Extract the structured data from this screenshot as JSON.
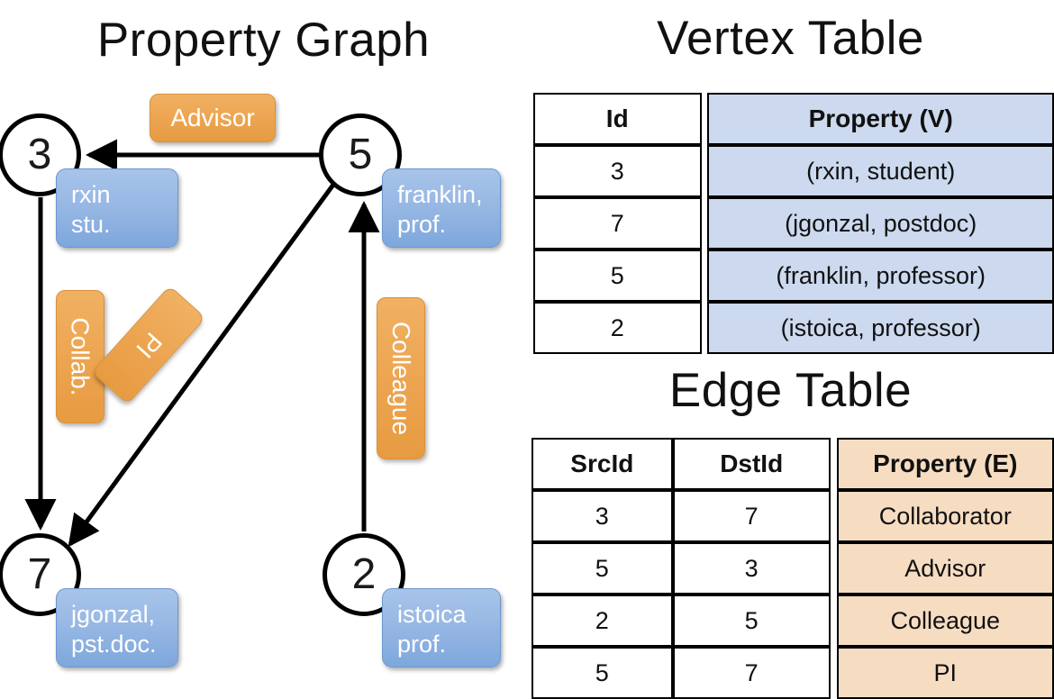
{
  "titles": {
    "property_graph": "Property Graph",
    "vertex_table": "Vertex Table",
    "edge_table": "Edge Table"
  },
  "graph": {
    "nodes": [
      {
        "id": "3",
        "name": "rxin",
        "role": "stu.",
        "label_line1": "rxin",
        "label_line2": "stu."
      },
      {
        "id": "5",
        "name": "franklin",
        "role": "prof.",
        "label_line1": "franklin,",
        "label_line2": "prof."
      },
      {
        "id": "7",
        "name": "jgonzal",
        "role": "pst.doc.",
        "label_line1": "jgonzal,",
        "label_line2": "pst.doc."
      },
      {
        "id": "2",
        "name": "istoica",
        "role": "prof.",
        "label_line1": "istoica",
        "label_line2": "prof."
      }
    ],
    "edge_labels": [
      {
        "key": "advisor",
        "text": "Advisor",
        "from": "5",
        "to": "3"
      },
      {
        "key": "collab",
        "text": "Collab.",
        "from": "3",
        "to": "7"
      },
      {
        "key": "pi",
        "text": "PI",
        "from": "5",
        "to": "7"
      },
      {
        "key": "colleague",
        "text": "Colleague",
        "from": "2",
        "to": "5"
      }
    ]
  },
  "vertex_table": {
    "headers": [
      "Id",
      "Property (V)"
    ],
    "rows": [
      {
        "id": "3",
        "property": "(rxin, student)"
      },
      {
        "id": "7",
        "property": "(jgonzal, postdoc)"
      },
      {
        "id": "5",
        "property": "(franklin, professor)"
      },
      {
        "id": "2",
        "property": "(istoica, professor)"
      }
    ]
  },
  "edge_table": {
    "headers": [
      "SrcId",
      "DstId",
      "Property (E)"
    ],
    "rows": [
      {
        "src": "3",
        "dst": "7",
        "property": "Collaborator"
      },
      {
        "src": "5",
        "dst": "3",
        "property": "Advisor"
      },
      {
        "src": "2",
        "dst": "5",
        "property": "Colleague"
      },
      {
        "src": "5",
        "dst": "7",
        "property": "PI"
      }
    ]
  },
  "colors": {
    "vertex_fill": "#ccd9ef",
    "edge_fill": "#f6dcc1",
    "node_callout": "#7ea7dc",
    "edge_label": "#eda551",
    "stroke": "#000000"
  }
}
